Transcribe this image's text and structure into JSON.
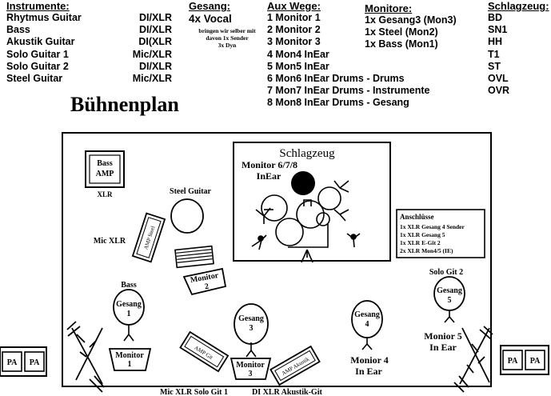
{
  "instruments": {
    "heading": "Instrumente:",
    "items": [
      {
        "name": "Rhytmus Guitar",
        "connection": "DI/XLR"
      },
      {
        "name": "Bass",
        "connection": "DI/XLR"
      },
      {
        "name": "Akustik Guitar",
        "connection": "DI(XLR"
      },
      {
        "name": "Solo Guitar 1",
        "connection": "Mic/XLR"
      },
      {
        "name": "Solo Guitar 2",
        "connection": "DI/XLR"
      },
      {
        "name": "Steel Guitar",
        "connection": "Mic/XLR"
      }
    ]
  },
  "vocals": {
    "heading": "Gesang:",
    "main": "4x Vocal",
    "note_lines": [
      "bringen wir selber mit",
      "davon 1x Sender",
      "3x Dyn"
    ]
  },
  "aux": {
    "heading": "Aux Wege:",
    "items": [
      "1 Monitor 1",
      "2 Monitor 2",
      "3 Monitor 3",
      "4 Mon4 InEar",
      "5 Mon5 InEar",
      "6 Mon6 InEar Drums - Drums",
      "7 Mon7 InEar Drums - Instrumente",
      "8 Mon8 InEar Drums - Gesang"
    ]
  },
  "monitors": {
    "heading": "Monitore:",
    "items": [
      "1x Gesang3 (Mon3)",
      "1x Steel (Mon2)",
      "1x Bass (Mon1)"
    ]
  },
  "drumkit": {
    "heading": "Schlagzeug:",
    "items": [
      "BD",
      "SN1",
      "HH",
      "T1",
      "ST",
      "OVL",
      "OVR"
    ]
  },
  "stage": {
    "title": "Bühnenplan",
    "drum_label": "Schlagzeug",
    "drum_monitor": [
      "Monitor 6/7/8",
      "InEar"
    ],
    "bass_amp": [
      "Bass",
      "AMP"
    ],
    "bass_amp_conn": "XLR",
    "steel_guitar": "Steel Guitar",
    "mic_xlr": "Mic XLR",
    "amp_steel": "AMP Steel",
    "monitor2": [
      "Monitor",
      "2"
    ],
    "bass_label": "Bass",
    "gesang1": [
      "Gesang",
      "1"
    ],
    "monitor1": [
      "Monitor",
      "1"
    ],
    "gesang3": [
      "Gesang",
      "3"
    ],
    "monitor3": [
      "Monitor",
      "3"
    ],
    "amp_git": "AMP Git",
    "amp_akustik": "AMP Akustik",
    "gesang4": [
      "Gesang",
      "4"
    ],
    "monitor4": [
      "Monior 4",
      "In Ear"
    ],
    "solo_git2": "Solo Git 2",
    "gesang5": [
      "Gesang",
      "5"
    ],
    "monitor5": [
      "Monior 5",
      "In Ear"
    ],
    "bottom_left": "Mic XLR  Solo Git 1",
    "bottom_right": "DI XLR  Akustik-Git",
    "pa": "PA",
    "connections": {
      "heading": "Anschlüsse",
      "items": [
        "1x XLR Gesang 4 Sender",
        "1x XLR Gesang 5",
        "1x XLR E-Git 2",
        "2x XLR Mon4/5 (IE)"
      ]
    }
  }
}
